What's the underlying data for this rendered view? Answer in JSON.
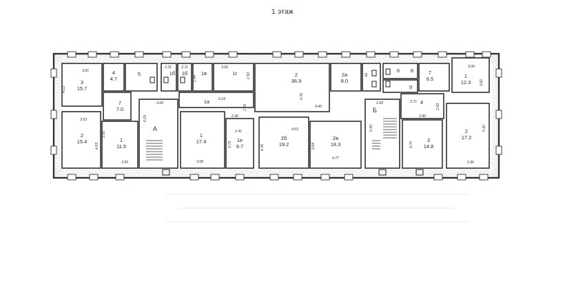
{
  "header": {
    "title": "1 этаж"
  },
  "rooms": [
    {
      "id": "r-left-3",
      "number": "3",
      "area": "15.7"
    },
    {
      "id": "r-left-4",
      "number": "4",
      "area": "4.7"
    },
    {
      "id": "r-left-5",
      "number": "5",
      "area": ""
    },
    {
      "id": "r-left-7",
      "number": "7",
      "area": "7.0"
    },
    {
      "id": "r-left-2",
      "number": "2",
      "area": "15.4"
    },
    {
      "id": "r-left-1",
      "number": "1",
      "area": "11.5"
    },
    {
      "id": "r-wc-1б",
      "number": "1б",
      "area": ""
    },
    {
      "id": "r-wc-1в-a",
      "number": "1б",
      "area": ""
    },
    {
      "id": "r-wc-1в",
      "number": "1в",
      "area": ""
    },
    {
      "id": "r-1г",
      "number": "1г",
      "area": ""
    },
    {
      "id": "r-1а",
      "number": "1а",
      "area": ""
    },
    {
      "id": "r-c-1",
      "number": "1",
      "area": "17.4"
    },
    {
      "id": "r-c-1е",
      "number": "1е",
      "area": "9.7"
    },
    {
      "id": "r-big-2",
      "number": "2",
      "area": "36.9"
    },
    {
      "id": "r-2а-top",
      "number": "2а",
      "area": "8.0"
    },
    {
      "id": "r-2б",
      "number": "2б",
      "area": "19.2"
    },
    {
      "id": "r-2в",
      "number": "2в",
      "area": "18.3"
    },
    {
      "id": "r-right-3s",
      "number": "3",
      "area": ""
    },
    {
      "id": "r-right-6",
      "number": "6",
      "area": ""
    },
    {
      "id": "r-right-8",
      "number": "8",
      "area": ""
    },
    {
      "id": "r-right-7",
      "number": "7",
      "area": "6.5"
    },
    {
      "id": "r-right-9",
      "number": "9",
      "area": ""
    },
    {
      "id": "r-right-1",
      "number": "1",
      "area": "12.3"
    },
    {
      "id": "r-right-4",
      "number": "4",
      "area": ""
    },
    {
      "id": "r-right-3",
      "number": "3",
      "area": "14.8"
    },
    {
      "id": "r-right-2",
      "number": "2",
      "area": "17.2"
    }
  ],
  "stair_labels": {
    "a": "А",
    "b": "Б"
  },
  "numbers": {
    "d381": "3.81",
    "d413": "4.13",
    "d353": "3.53",
    "d463": "4.63",
    "d355": "3.55",
    "d350": "3.50",
    "d300": "3.00",
    "d603": "6.03",
    "d231": "2.31",
    "d211": "2.11",
    "d244": "2.44",
    "d365": "3.65",
    "d250": "2.50",
    "d619": "6.19",
    "d229": "2.29",
    "d246": "2.46",
    "d241": "2.41",
    "d373": "3.73",
    "d368": "3.68",
    "d476": "4.76",
    "d945": "9.45",
    "d463b": "4.63",
    "d435": "4.35",
    "d364": "3.64",
    "d477": "4.77",
    "d295": "2.95",
    "d590": "5.90",
    "d345": "3.45",
    "d243": "2.43",
    "d370": "3.70",
    "d300b": "3.00",
    "d382": "3.82",
    "d542": "5.42",
    "d296": "2.96",
    "d271": "2.71"
  }
}
